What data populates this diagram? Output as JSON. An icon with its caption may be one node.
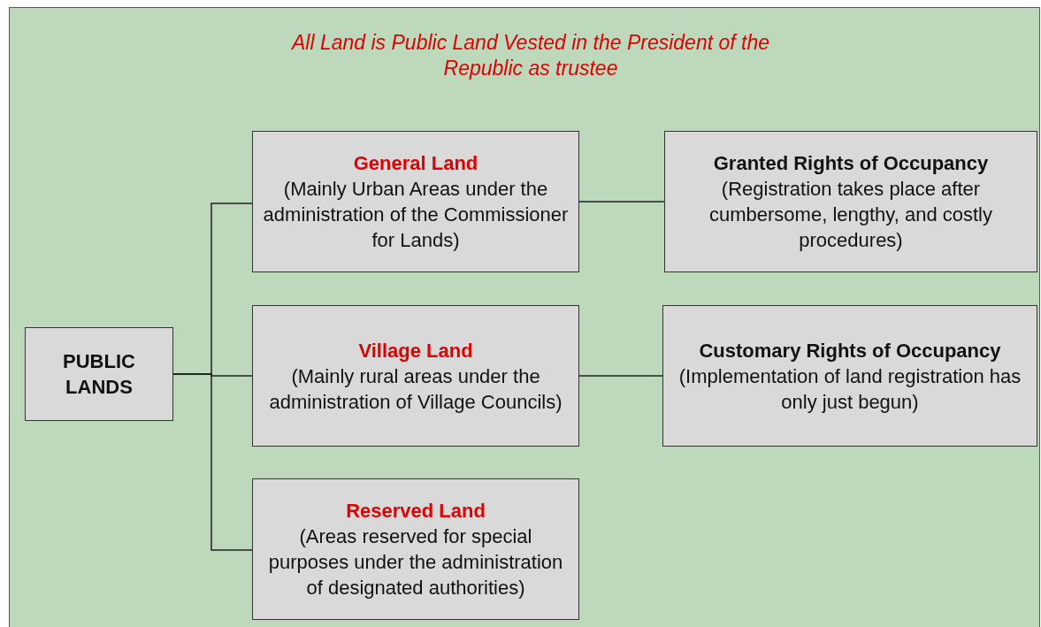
{
  "diagram": {
    "title": "All Land is Public Land Vested in the President of the Republic as trustee",
    "nodes": [
      {
        "text": [
          "PUBLIC LANDS"
        ]
      },
      {
        "text": [
          "General Land",
          "(Mainly Urban Areas under the administration of the Commissioner for Lands)"
        ]
      },
      {
        "text": [
          "Granted Rights of Occupancy",
          "(Registration takes place after cumbersome, lengthy, and costly procedures)"
        ]
      },
      {
        "text": [
          "Village Land",
          "(Mainly rural areas under the administration of Village Councils)"
        ]
      },
      {
        "text": [
          "Customary Rights of Occupancy",
          "(Implementation of land registration has only just begun)"
        ]
      },
      {
        "text": [
          "Reserved Land",
          "(Areas reserved for special purposes under the administration of designated authorities)"
        ]
      }
    ],
    "edges": [
      {
        "from": 0,
        "to": 1,
        "arrow": "none"
      },
      {
        "from": 0,
        "to": 3,
        "arrow": "none"
      },
      {
        "from": 0,
        "to": 5,
        "arrow": "none"
      },
      {
        "from": 1,
        "to": 2,
        "arrow": "none"
      },
      {
        "from": 3,
        "to": 4,
        "arrow": "none"
      }
    ]
  }
}
